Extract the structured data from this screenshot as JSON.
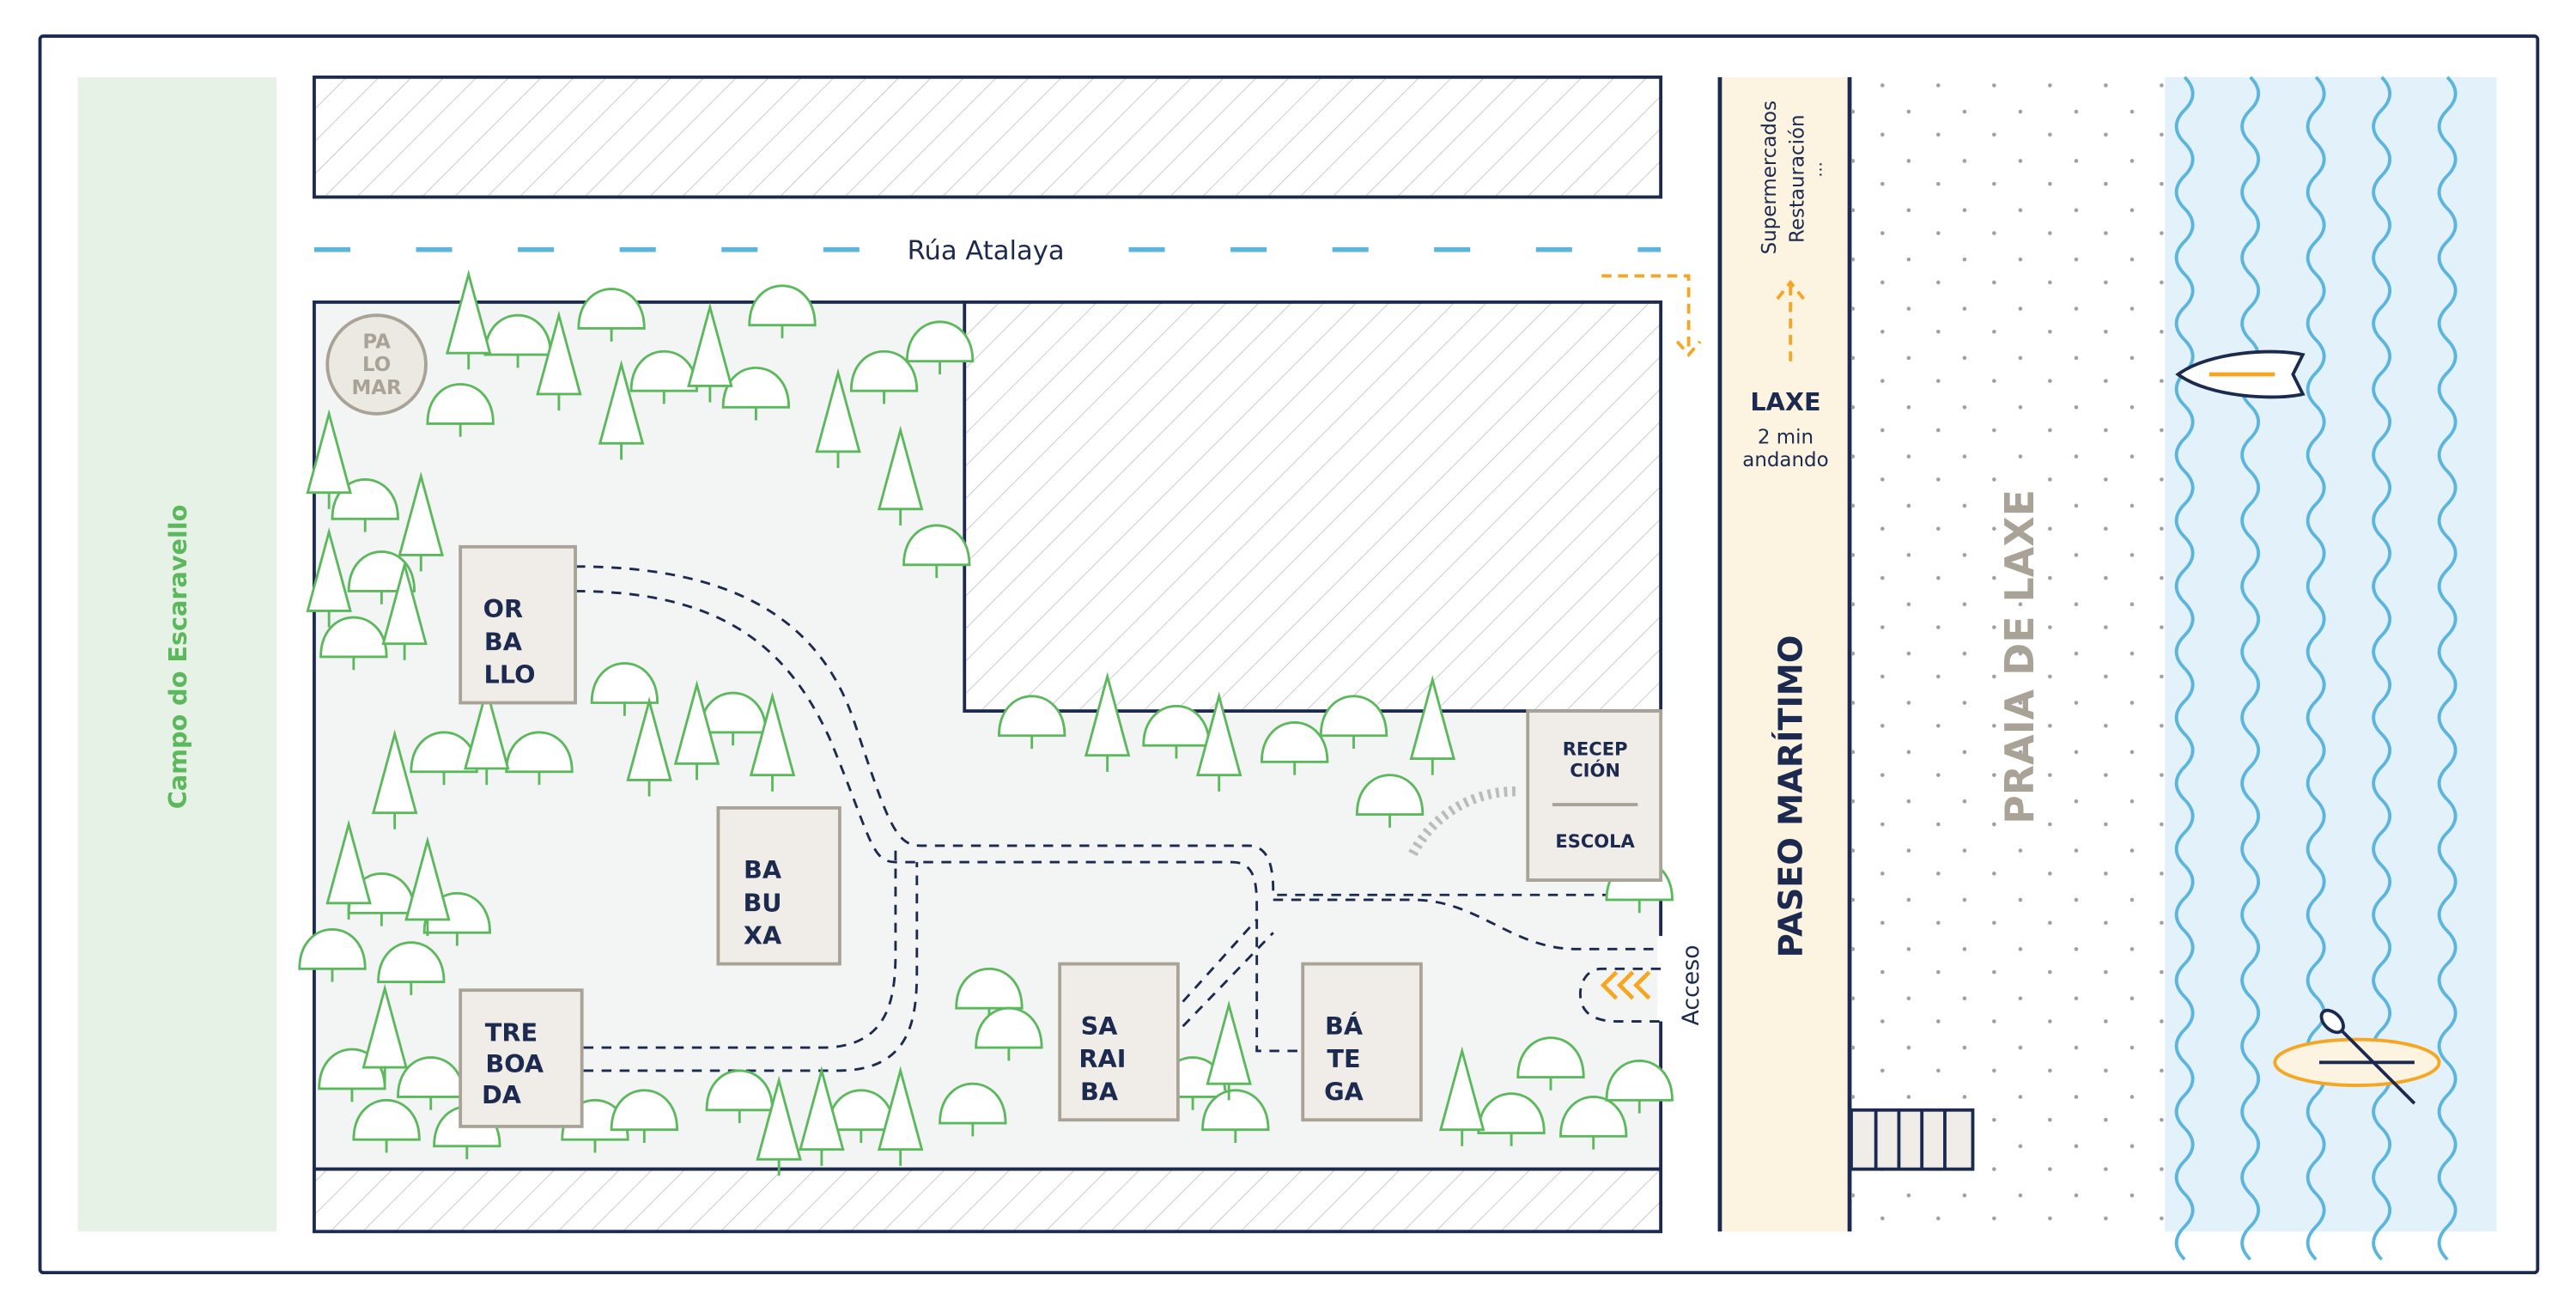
{
  "map": {
    "field_label": "Campo do Escaravello",
    "street_label": "Rúa Atalaya",
    "promenade_label": "PASEO MARÍTIMO",
    "beach_label": "PRAIA DE LAXE",
    "access_label": "Acceso",
    "services": {
      "line1": "Supermercados",
      "line2": "Restauración",
      "line3": "..."
    },
    "town": {
      "name": "LAXE",
      "time": "2 min",
      "mode": "andando"
    },
    "palomar": [
      "PA",
      "LO",
      "MAR"
    ],
    "cabins": {
      "orballo": [
        "OR",
        "BA",
        "LLO"
      ],
      "babuxa": [
        "BA",
        "BU",
        "XA"
      ],
      "treboada": [
        "TRE",
        "BOA",
        "DA"
      ],
      "saraiba": [
        "SA",
        "RAI",
        "BA"
      ],
      "bategaa": [
        "BÁ",
        "TE",
        "GA"
      ]
    },
    "reception": {
      "line1": "RECEP",
      "line2": "CIÓN",
      "school": "ESCOLA"
    }
  },
  "colors": {
    "navy": "#1b2a4e",
    "tree": "#5cb85c",
    "road": "#5bb5dd",
    "arrow": "#f5a623",
    "sea": "#e3f2fa",
    "sand": "#fdf3e1"
  }
}
